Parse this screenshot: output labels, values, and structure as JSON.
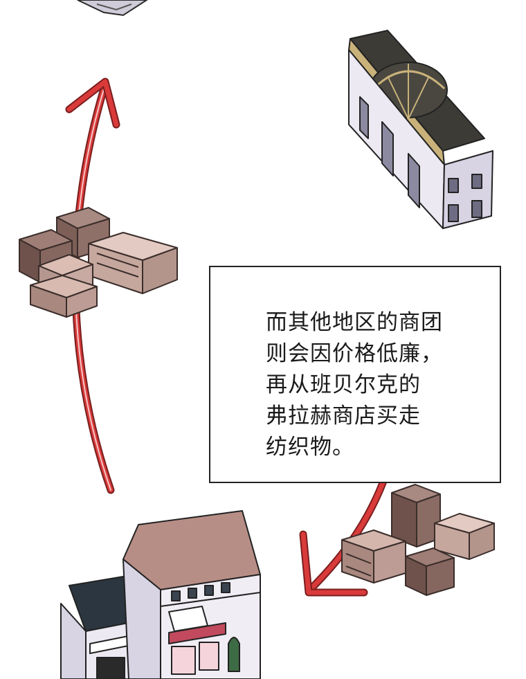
{
  "caption": {
    "lines": [
      "而其他地区的商团",
      "则会因价格低廉，",
      "再从班贝尔克的",
      "弗拉赫商店买走",
      "纺织物。"
    ]
  },
  "colors": {
    "arrow": "#d93a3a",
    "crate": "#8b6b63",
    "crate_light": "#c9aaa1",
    "roof_dark": "#3c3b36",
    "palace_wall": "#ece9f3",
    "house_roof": "#b78e86",
    "house_roof_dark": "#2c3640"
  }
}
